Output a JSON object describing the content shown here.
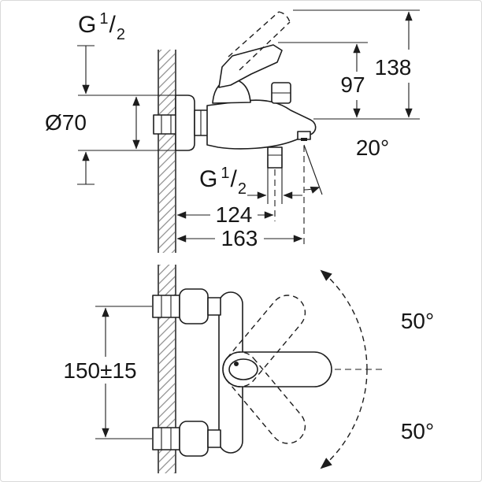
{
  "colors": {
    "background": "#ffffff",
    "ink": "#1d1d1d",
    "hatch": "#8a8a8a",
    "border": "#d9d9d9"
  },
  "labels": {
    "thread_top": {
      "prefix": "G",
      "numerator": "1",
      "slash": "/",
      "denominator": "2"
    },
    "flange_diameter": "Ø70",
    "handle_height": "97",
    "total_height": "138",
    "spout_angle": "20°",
    "thread_bottom": {
      "prefix": "G",
      "numerator": "1",
      "slash": "/",
      "denominator": "2"
    },
    "projection_outlet": "124",
    "projection_total": "163",
    "inlet_spacing": "150±15",
    "swivel_upper": "50°",
    "swivel_lower": "50°"
  }
}
